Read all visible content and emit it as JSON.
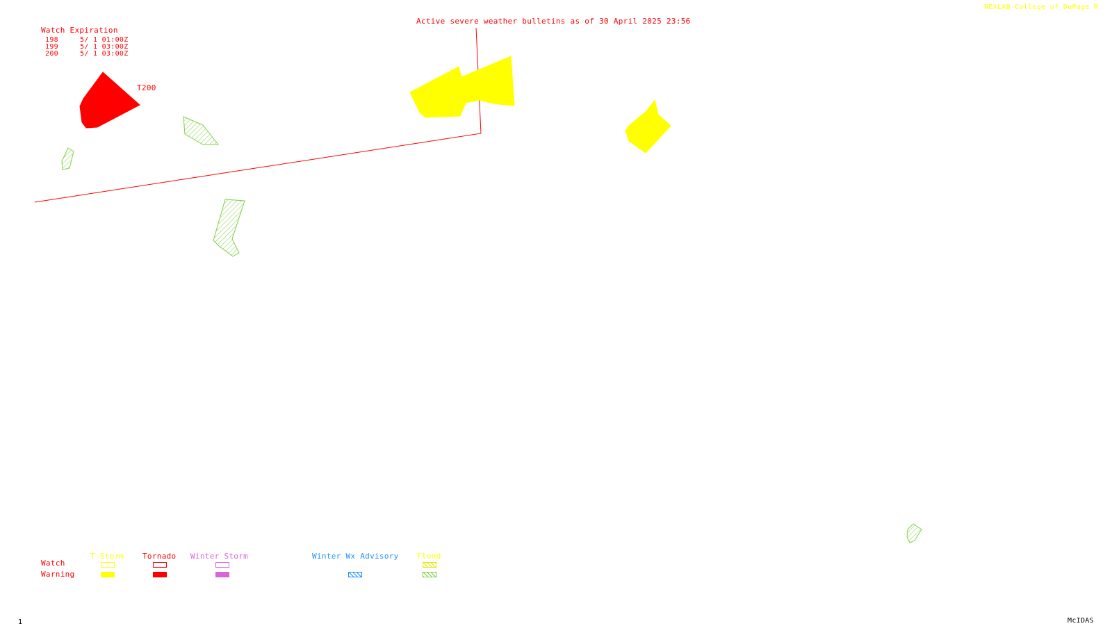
{
  "header": {
    "bulletin_title": "Active severe weather bulletins as of 30 April 2025 23:56",
    "credit": "NEXLAB-College of DuPage R"
  },
  "watch_expiration": {
    "heading": "Watch Expiration",
    "rows": [
      {
        "id": "198",
        "expires": "5/ 1 01:00Z"
      },
      {
        "id": "199",
        "expires": "5/ 1 03:00Z"
      },
      {
        "id": "200",
        "expires": "5/ 1 03:00Z"
      }
    ]
  },
  "map_labels": {
    "tornado_watch_label": "T200"
  },
  "legend": {
    "row_watch": "Watch",
    "row_warning": "Warning",
    "columns": [
      {
        "label": "T-Storm",
        "color": "#ffff00"
      },
      {
        "label": "Tornado",
        "color": "#ff0000"
      },
      {
        "label": "Winter Storm",
        "color": "#d966d9"
      },
      {
        "label": "Winter Wx Advisory",
        "color": "#1e90ff"
      },
      {
        "label": "Flood",
        "color": "#ffff00"
      }
    ]
  },
  "footer": {
    "frame_number": "1",
    "software": "McIDAS"
  },
  "colors": {
    "watch_line": "#ff0000",
    "tornado_warning": "#ff0000",
    "tstorm_warning": "#ffff00",
    "flood_warning": "#80d040",
    "background": "#ffffff"
  }
}
